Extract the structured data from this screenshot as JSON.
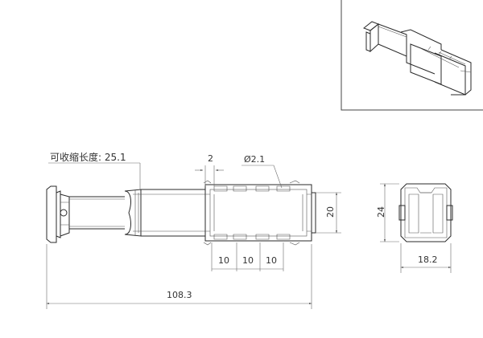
{
  "dimensions": {
    "stretch_label": "可收缩长度: 25.1",
    "slot_width": "2",
    "hole_diameter": "Ø2.1",
    "body_height": "20",
    "pitch_1": "10",
    "pitch_2": "10",
    "pitch_3": "10",
    "total_length": "108.3",
    "section_height": "24",
    "section_width": "18.2"
  }
}
